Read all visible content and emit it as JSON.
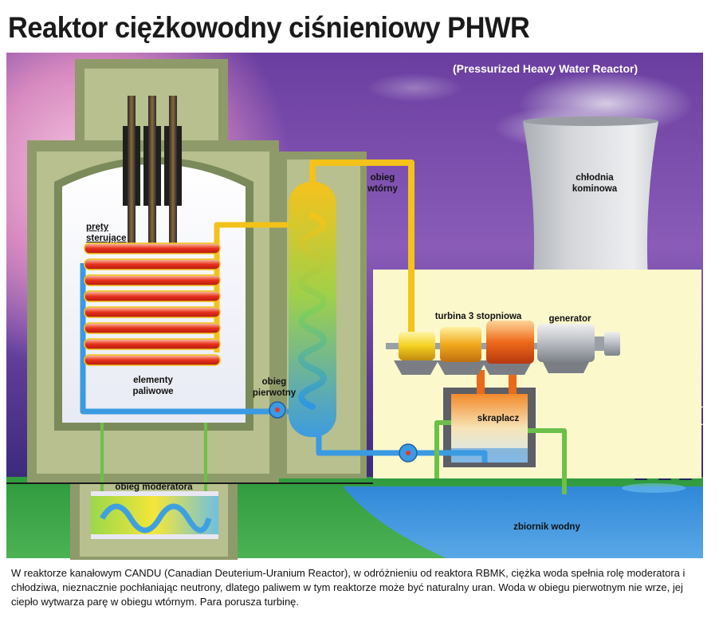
{
  "title": "Reaktor ciężkowodny ciśnieniowy PHWR",
  "subtitle": "(Pressurized Heavy Water Reactor)",
  "labels": {
    "control_rods_1": "pręty",
    "control_rods_2": "sterujące",
    "fuel_elements_1": "elementy",
    "fuel_elements_2": "paliwowe",
    "primary_loop_1": "obieg",
    "primary_loop_2": "pierwotny",
    "secondary_loop_1": "obieg",
    "secondary_loop_2": "wtórny",
    "cooling_tower_1": "chłodnia",
    "cooling_tower_2": "kominowa",
    "turbine": "turbina 3 stopniowa",
    "generator": "generator",
    "condenser": "skraplacz",
    "moderator_loop": "obieg moderatora",
    "water_reservoir": "zbiornik wodny"
  },
  "caption": "W reaktorze kanałowym CANDU (Canadian Deuterium-Uranium Reactor), w odróżnieniu od reaktora RBMK, ciężka woda spełnia rolę moderatora i chłodziwa, nieznacznie pochłaniając neutrony, dlatego paliwem w tym reaktorze może być naturalny uran. Woda w obiegu pierwotnym nie wrze, jej ciepło wytwarza parę w obiegu wtórnym. Para porusza turbinę.",
  "colors": {
    "sky_purple": "#5a2a8a",
    "ground_green": "#3fa848",
    "water_blue": "#3f8fd8",
    "containment_green": "#8f9a6a",
    "hot_red": "#e0301e",
    "steam_yellow": "#f4c21a",
    "cold_blue": "#4aa0e0"
  }
}
